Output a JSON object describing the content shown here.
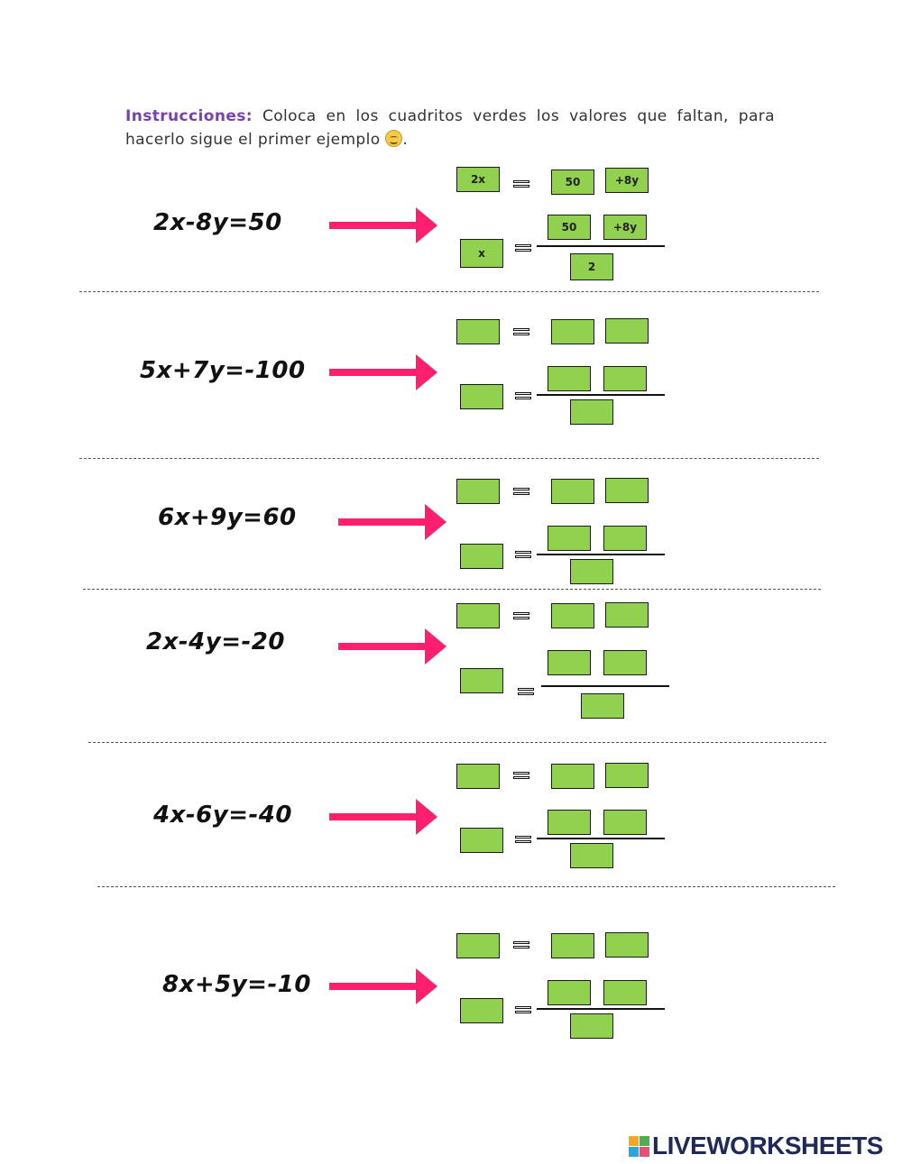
{
  "instructions": {
    "lead": "Instrucciones:",
    "text_line": "Coloca en los cuadritos verdes los valores que faltan, para hacerlo sigue el primer ejemplo",
    "end": "."
  },
  "equations": [
    {
      "label": "2x-8y=50",
      "example": {
        "left_top": "2x",
        "right_top_1": "50",
        "right_top_2": "+8y",
        "left_bottom": "x",
        "numerator_1": "50",
        "numerator_2": "+8y",
        "denominator": "2"
      }
    },
    {
      "label": "5x+7y=-100"
    },
    {
      "label": "6x+9y=60"
    },
    {
      "label": "2x-4y=-20"
    },
    {
      "label": "4x-6y=-40"
    },
    {
      "label": "8x+5y=-10"
    }
  ],
  "colors": {
    "arrow": "#ff1f6e",
    "box": "#92d050",
    "instructions_lead": "#7a3fb0"
  },
  "logo": {
    "text": "LIVEWORKSHEETS"
  }
}
